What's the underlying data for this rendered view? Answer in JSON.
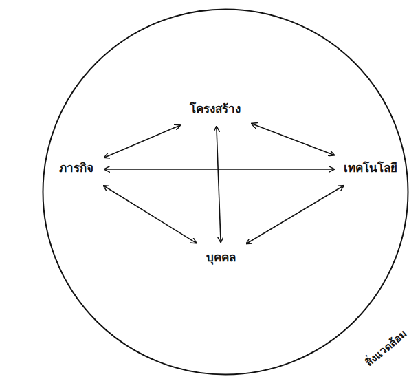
{
  "diagram": {
    "nodes": [
      {
        "text": [
          "สิ่งแวดล้อม"
        ]
      },
      {
        "text": [
          "โครงสร้าง"
        ],
        "in": 0
      },
      {
        "text": [
          "ภารกิจ"
        ],
        "in": 0
      },
      {
        "text": [
          "เทคโนโลยี"
        ],
        "in": 0
      },
      {
        "text": [
          "บุคคล"
        ],
        "in": 0
      }
    ],
    "edges": [
      {
        "from": 1,
        "to": 2,
        "arrow": "both"
      },
      {
        "from": 1,
        "to": 3,
        "arrow": "both"
      },
      {
        "from": 2,
        "to": 4,
        "arrow": "both"
      },
      {
        "from": 3,
        "to": 4,
        "arrow": "both"
      },
      {
        "from": 2,
        "to": 3,
        "arrow": "both"
      },
      {
        "from": 1,
        "to": 4,
        "arrow": "both"
      }
    ]
  }
}
